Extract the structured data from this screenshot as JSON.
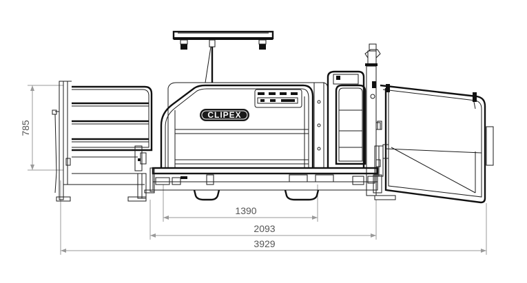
{
  "brand": "CLIPEX",
  "dimensions": {
    "height_left": "785",
    "inner_width": "1390",
    "middle_width": "2093",
    "overall_width": "3929"
  },
  "colors": {
    "line": "#1a1a1a",
    "dimension_line": "#9a9a9a",
    "dimension_text": "#555555",
    "background": "#ffffff"
  }
}
